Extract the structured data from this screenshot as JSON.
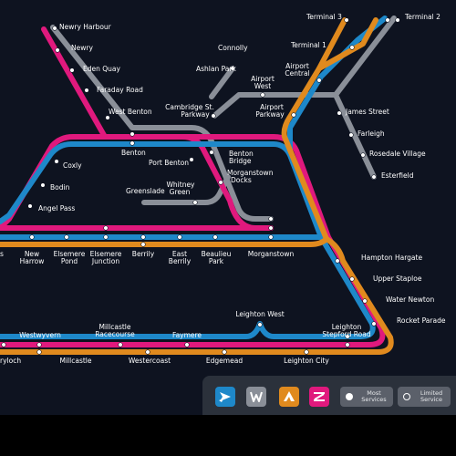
{
  "colors": {
    "background": "#0e1320",
    "blue": "#1e88c9",
    "pink": "#e0197d",
    "orange": "#e08a1e",
    "grey": "#8a8f98"
  },
  "stations": {
    "newry_harbour": "Newry Harbour",
    "newry": "Newry",
    "eden_quay": "Eden Quay",
    "faraday_road": "Faraday Road",
    "west_benton": "West Benton",
    "cambridge_st": [
      "Cambridge St.",
      "Parkway"
    ],
    "connolly": "Connolly",
    "ashlan_park": "Ashlan Park",
    "airport_west": [
      "Airport",
      "West"
    ],
    "airport_central": [
      "Airport",
      "Central"
    ],
    "airport_parkway": [
      "Airport",
      "Parkway"
    ],
    "terminal_3": "Terminal 3",
    "terminal_2": "Terminal 2",
    "terminal_1": "Terminal 1",
    "james_street": "James Street",
    "farleigh": "Farleigh",
    "rosedale_village": "Rosedale Village",
    "esterfield": "Esterfield",
    "benton": "Benton",
    "port_benton": "Port Benton",
    "benton_bridge": [
      "Benton",
      "Bridge"
    ],
    "morganstown_docks": [
      "Morganstown",
      "Docks"
    ],
    "greenslade": "Greenslade",
    "whitney_green": [
      "Whitney",
      "Green"
    ],
    "coxly": "Coxly",
    "bodin": "Bodin",
    "angel_pass": "Angel Pass",
    "s_partial": "s",
    "new_harrow": [
      "New",
      "Harrow"
    ],
    "elsemere_pond": [
      "Elsemere",
      "Pond"
    ],
    "elsemere_junction": [
      "Elsemere",
      "Junction"
    ],
    "berrily": "Berrily",
    "east_berrily": [
      "East",
      "Berrily"
    ],
    "beaulieu_park": [
      "Beaulieu",
      "Park"
    ],
    "morganstown": "Morganstown",
    "hampton_hargate": "Hampton Hargate",
    "upper_staploe": "Upper Staploe",
    "water_newton": "Water Newton",
    "rocket_parade": "Rocket Parade",
    "leighton_west": "Leighton West",
    "leighton_stepford_road": [
      "Leighton",
      "Stepford Road"
    ],
    "westwyvern": "Westwyvern",
    "millcastle_racecourse": [
      "Millcastle",
      "Racecourse"
    ],
    "faymere": "Faymere",
    "ryloch": "ryloch",
    "millcastle": "Millcastle",
    "westercoast": "Westercoast",
    "edgemead": "Edgemead",
    "leighton_city": "Leighton City"
  },
  "legend": {
    "most_services": [
      "Most",
      "Services"
    ],
    "limited_service": [
      "Limited",
      "Service"
    ],
    "operators": [
      {
        "name": "blue-arrow-operator",
        "color": "#1e88c9"
      },
      {
        "name": "w-operator",
        "color": "#8a8f98"
      },
      {
        "name": "a-operator",
        "color": "#e08a1e"
      },
      {
        "name": "z-operator",
        "color": "#e0197d"
      }
    ]
  }
}
